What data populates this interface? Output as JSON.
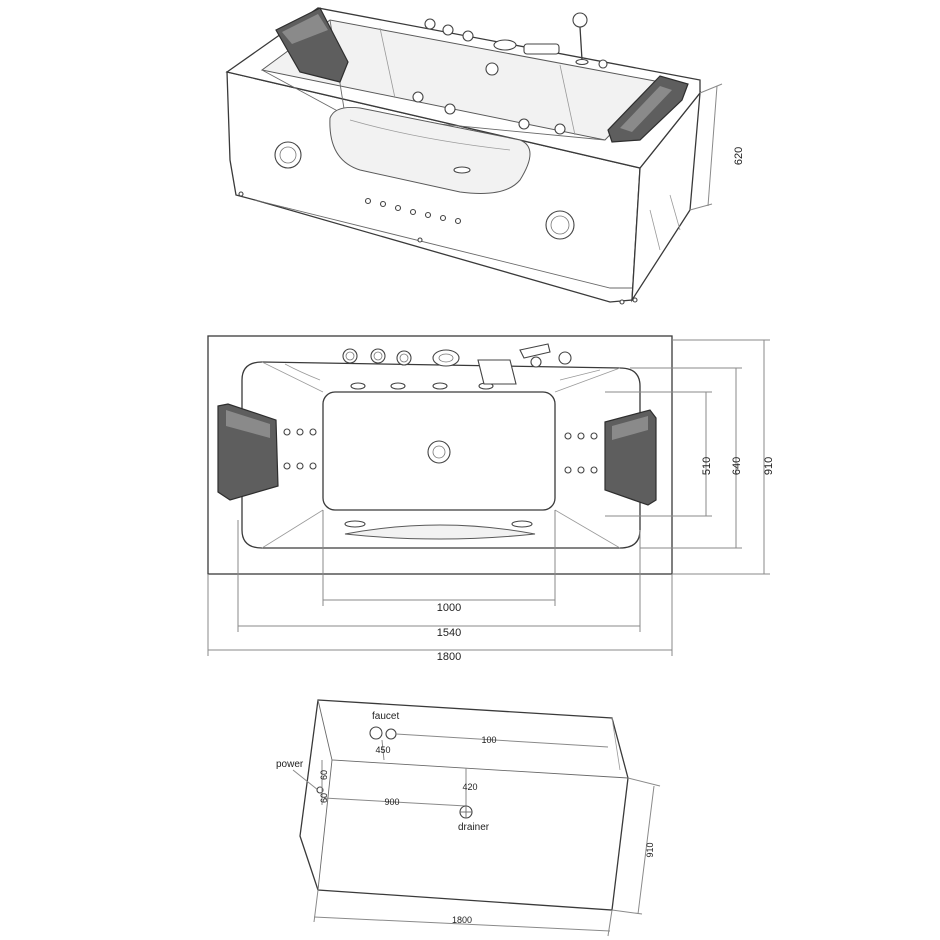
{
  "perspective_view": {
    "dims": {
      "height": "620"
    }
  },
  "top_view": {
    "dims": {
      "inner_width": "1000",
      "rim_width": "1540",
      "total_width": "1800",
      "inner_depth": "510",
      "rim_depth": "640",
      "total_depth": "910"
    }
  },
  "install_view": {
    "labels": {
      "faucet": "faucet",
      "power": "power",
      "drainer": "drainer"
    },
    "dims": {
      "faucet_offset": "450",
      "faucet_spacing": "100",
      "power_top": "60",
      "power_bottom": "60",
      "drain_height": "420",
      "drain_offset": "900",
      "depth": "910",
      "length": "1800"
    }
  }
}
